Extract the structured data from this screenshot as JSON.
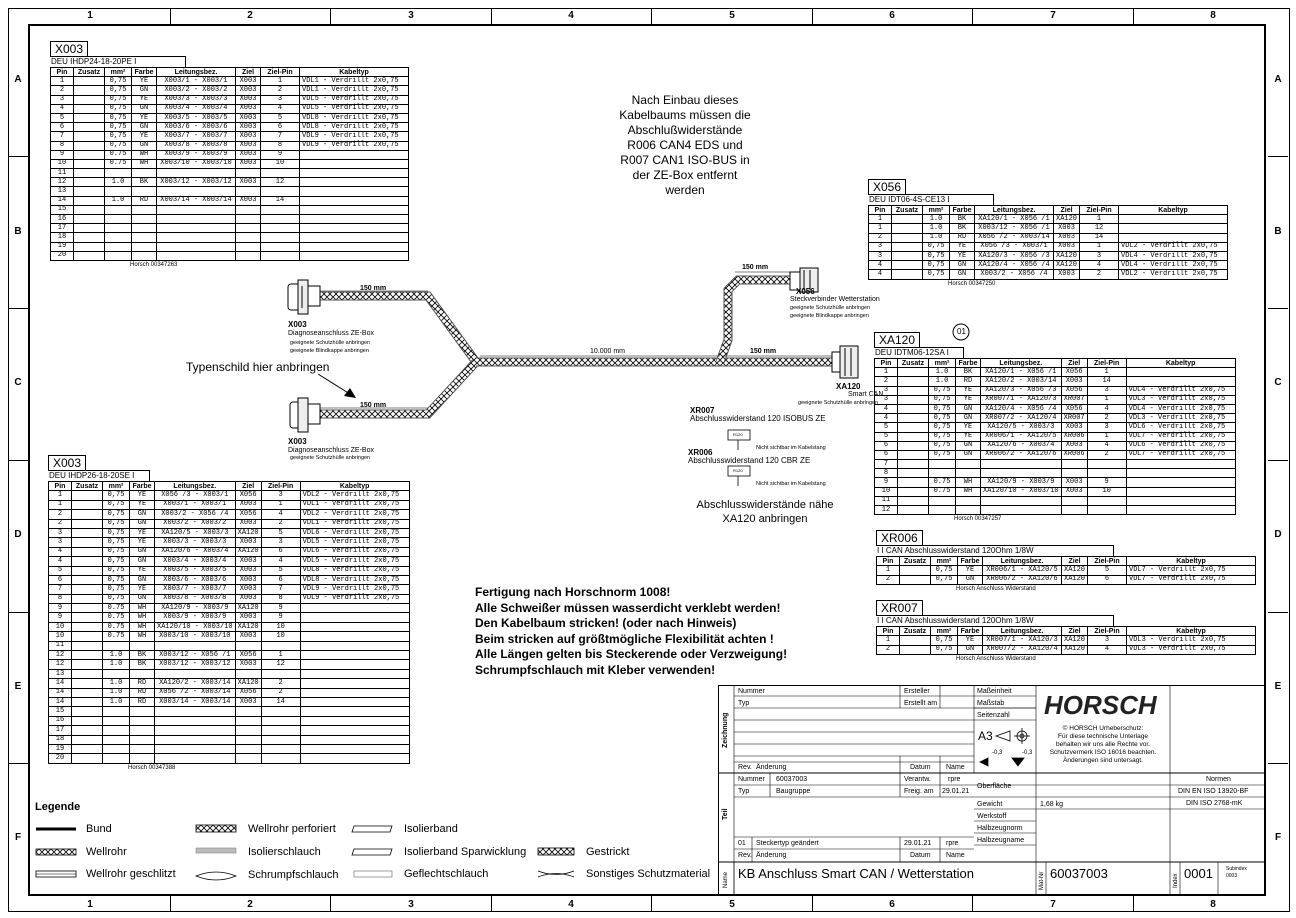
{
  "grid": {
    "columns": [
      "1",
      "2",
      "3",
      "4",
      "5",
      "6",
      "7",
      "8"
    ],
    "rows": [
      "A",
      "B",
      "C",
      "D",
      "E",
      "F"
    ]
  },
  "connectors": {
    "x003_top": {
      "title": "X003",
      "subtitle": "DEU IHDP24-18-20PE I",
      "headers": [
        "Pin",
        "Zusatz",
        "mm²",
        "Farbe",
        "Leitungsbez.",
        "Ziel",
        "Ziel-Pin",
        "Kabeltyp"
      ],
      "rows": [
        [
          "1",
          "",
          "0,75",
          "YE",
          "X003/1 - X003/1",
          "X003",
          "1",
          "VDL1 - Verdrillt 2x0,75"
        ],
        [
          "2",
          "",
          "0,75",
          "GN",
          "X003/2 - X003/2",
          "X003",
          "2",
          "VDL1 - Verdrillt 2x0,75"
        ],
        [
          "3",
          "",
          "0,75",
          "YE",
          "X003/3 - X003/3",
          "X003",
          "3",
          "VDL5 - Verdrillt 2x0,75"
        ],
        [
          "4",
          "",
          "0,75",
          "GN",
          "X003/4 - X003/4",
          "X003",
          "4",
          "VDL5 - Verdrillt 2x0,75"
        ],
        [
          "5",
          "",
          "0,75",
          "YE",
          "X003/5 - X003/5",
          "X003",
          "5",
          "VDL8 - Verdrillt 2x0,75"
        ],
        [
          "6",
          "",
          "0,75",
          "GN",
          "X003/6 - X003/6",
          "X003",
          "6",
          "VDL8 - Verdrillt 2x0,75"
        ],
        [
          "7",
          "",
          "0,75",
          "YE",
          "X003/7 - X003/7",
          "X003",
          "7",
          "VDL9 - Verdrillt 2x0,75"
        ],
        [
          "8",
          "",
          "0,75",
          "GN",
          "X003/8 - X003/8",
          "X003",
          "8",
          "VDL9 - Verdrillt 2x0,75"
        ],
        [
          "9",
          "",
          "0.75",
          "WH",
          "X003/9 - X003/9",
          "X003",
          "9",
          ""
        ],
        [
          "10",
          "",
          "0.75",
          "WH",
          "X003/10 - X003/10",
          "X003",
          "10",
          ""
        ],
        [
          "11",
          "",
          "",
          "",
          "",
          "",
          "",
          ""
        ],
        [
          "12",
          "",
          "1.0",
          "BK",
          "X003/12 - X003/12",
          "X003",
          "12",
          ""
        ],
        [
          "13",
          "",
          "",
          "",
          "",
          "",
          "",
          ""
        ],
        [
          "14",
          "",
          "1.0",
          "RD",
          "X003/14 - X003/14",
          "X003",
          "14",
          ""
        ],
        [
          "15",
          "",
          "",
          "",
          "",
          "",
          "",
          ""
        ],
        [
          "16",
          "",
          "",
          "",
          "",
          "",
          "",
          ""
        ],
        [
          "17",
          "",
          "",
          "",
          "",
          "",
          "",
          ""
        ],
        [
          "18",
          "",
          "",
          "",
          "",
          "",
          "",
          ""
        ],
        [
          "19",
          "",
          "",
          "",
          "",
          "",
          "",
          ""
        ],
        [
          "20",
          "",
          "",
          "",
          "",
          "",
          "",
          ""
        ]
      ],
      "footer": "Horsch 00347263"
    },
    "x056": {
      "title": "X056",
      "subtitle": "DEU IDT06-4S-CE13 I",
      "headers": [
        "Pin",
        "Zusatz",
        "mm²",
        "Farbe",
        "Leitungsbez.",
        "Ziel",
        "Ziel-Pin",
        "Kabeltyp"
      ],
      "rows": [
        [
          "1",
          "",
          "1.0",
          "BK",
          "XA120/1 - X056 /1",
          "XA120",
          "1",
          ""
        ],
        [
          "1",
          "",
          "1.0",
          "BK",
          "X003/12 - X056 /1",
          "X003",
          "12",
          ""
        ],
        [
          "2",
          "",
          "1.0",
          "RD",
          "X056 /2 - X003/14",
          "X003",
          "14",
          ""
        ],
        [
          "3",
          "",
          "0,75",
          "YE",
          "X056 /3 - X003/1",
          "X003",
          "1",
          "VDL2 - Verdrillt 2x0,75"
        ],
        [
          "3",
          "",
          "0,75",
          "YE",
          "XA120/3 - X056 /3",
          "XA120",
          "3",
          "VDL4 - Verdrillt 2x0,75"
        ],
        [
          "4",
          "",
          "0,75",
          "GN",
          "XA120/4 - X056 /4",
          "XA120",
          "4",
          "VDL4 - Verdrillt 2x0,75"
        ],
        [
          "4",
          "",
          "0,75",
          "GN",
          "X003/2 - X056 /4",
          "X003",
          "2",
          "VDL2 - Verdrillt 2x0,75"
        ]
      ],
      "footer": "Horsch 00347250"
    },
    "xa120": {
      "title": "XA120",
      "badge": "01",
      "subtitle": "DEU IDTM06-12SA I",
      "headers": [
        "Pin",
        "Zusatz",
        "mm²",
        "Farbe",
        "Leitungsbez.",
        "Ziel",
        "Ziel-Pin",
        "Kabeltyp"
      ],
      "rows": [
        [
          "1",
          "",
          "1.0",
          "BK",
          "XA120/1 - X056 /1",
          "X056",
          "1",
          ""
        ],
        [
          "2",
          "",
          "1.0",
          "RD",
          "XA120/2 - X003/14",
          "X003",
          "14",
          ""
        ],
        [
          "3",
          "",
          "0,75",
          "YE",
          "XA120/3 - X056 /3",
          "X056",
          "3",
          "VDL4 - Verdrillt 2x0,75"
        ],
        [
          "3",
          "",
          "0,75",
          "YE",
          "XR007/1 - XA120/3",
          "XR007",
          "1",
          "VDL3 - Verdrillt 2x0,75"
        ],
        [
          "4",
          "",
          "0,75",
          "GN",
          "XA120/4 - X056 /4",
          "X056",
          "4",
          "VDL4 - Verdrillt 2x0,75"
        ],
        [
          "4",
          "",
          "0,75",
          "GN",
          "XR007/2 - XA120/4",
          "XR007",
          "2",
          "VDL3 - Verdrillt 2x0,75"
        ],
        [
          "5",
          "",
          "0,75",
          "YE",
          "XA120/5 - X003/3",
          "X003",
          "3",
          "VDL6 - Verdrillt 2x0,75"
        ],
        [
          "5",
          "",
          "0,75",
          "YE",
          "XR006/1 - XA120/5",
          "XR006",
          "1",
          "VDL7 - Verdrillt 2x0,75"
        ],
        [
          "6",
          "",
          "0,75",
          "GN",
          "XA120/6 - X003/4",
          "X003",
          "4",
          "VDL6 - Verdrillt 2x0,75"
        ],
        [
          "6",
          "",
          "0,75",
          "GN",
          "XR006/2 - XA120/6",
          "XR006",
          "2",
          "VDL7 - Verdrillt 2x0,75"
        ],
        [
          "7",
          "",
          "",
          "",
          "",
          "",
          "",
          ""
        ],
        [
          "8",
          "",
          "",
          "",
          "",
          "",
          "",
          ""
        ],
        [
          "9",
          "",
          "0.75",
          "WH",
          "XA120/9 - X003/9",
          "X003",
          "9",
          ""
        ],
        [
          "10",
          "",
          "0.75",
          "WH",
          "XA120/10 - X003/10",
          "X003",
          "10",
          ""
        ],
        [
          "11",
          "",
          "",
          "",
          "",
          "",
          "",
          ""
        ],
        [
          "12",
          "",
          "",
          "",
          "",
          "",
          "",
          ""
        ]
      ],
      "footer": "Horsch 00347257"
    },
    "x003_bottom": {
      "title": "X003",
      "subtitle": "DEU IHDP26-18-20SE I",
      "headers": [
        "Pin",
        "Zusatz",
        "mm²",
        "Farbe",
        "Leitungsbez.",
        "Ziel",
        "Ziel-Pin",
        "Kabeltyp"
      ],
      "rows": [
        [
          "1",
          "",
          "0,75",
          "YE",
          "X056 /3 - X003/1",
          "X056",
          "3",
          "VDL2 - Verdrillt 2x0,75"
        ],
        [
          "1",
          "",
          "0,75",
          "YE",
          "X003/1 - X003/1",
          "X003",
          "1",
          "VDL1 - Verdrillt 2x0,75"
        ],
        [
          "2",
          "",
          "0,75",
          "GN",
          "X003/2 - X056 /4",
          "X056",
          "4",
          "VDL2 - Verdrillt 2x0,75"
        ],
        [
          "2",
          "",
          "0,75",
          "GN",
          "X003/2 - X003/2",
          "X003",
          "2",
          "VDL1 - Verdrillt 2x0,75"
        ],
        [
          "3",
          "",
          "0,75",
          "YE",
          "XA120/5 - X003/3",
          "XA120",
          "5",
          "VDL6 - Verdrillt 2x0,75"
        ],
        [
          "3",
          "",
          "0,75",
          "YE",
          "X003/3 - X003/3",
          "X003",
          "3",
          "VDL5 - Verdrillt 2x0,75"
        ],
        [
          "4",
          "",
          "0,75",
          "GN",
          "XA120/6 - X003/4",
          "XA120",
          "6",
          "VDL6 - Verdrillt 2x0,75"
        ],
        [
          "4",
          "",
          "0,75",
          "GN",
          "X003/4 - X003/4",
          "X003",
          "4",
          "VDL5 - Verdrillt 2x0,75"
        ],
        [
          "5",
          "",
          "0,75",
          "YE",
          "X003/5 - X003/5",
          "X003",
          "5",
          "VDL8 - Verdrillt 2x0,75"
        ],
        [
          "6",
          "",
          "0,75",
          "GN",
          "X003/6 - X003/6",
          "X003",
          "6",
          "VDL8 - Verdrillt 2x0,75"
        ],
        [
          "7",
          "",
          "0,75",
          "YE",
          "X003/7 - X003/7",
          "X003",
          "7",
          "VDL9 - Verdrillt 2x0,75"
        ],
        [
          "8",
          "",
          "0,75",
          "GN",
          "X003/8 - X003/8",
          "X003",
          "8",
          "VDL9 - Verdrillt 2x0,75"
        ],
        [
          "9",
          "",
          "0.75",
          "WH",
          "XA120/9 - X003/9",
          "XA120",
          "9",
          ""
        ],
        [
          "9",
          "",
          "0.75",
          "WH",
          "X003/9 - X003/9",
          "X003",
          "9",
          ""
        ],
        [
          "10",
          "",
          "0.75",
          "WH",
          "XA120/10 - X003/10",
          "XA120",
          "10",
          ""
        ],
        [
          "10",
          "",
          "0.75",
          "WH",
          "X003/10 - X003/10",
          "X003",
          "10",
          ""
        ],
        [
          "11",
          "",
          "",
          "",
          "",
          "",
          "",
          ""
        ],
        [
          "12",
          "",
          "1.0",
          "BK",
          "X003/12 - X056 /1",
          "X056",
          "1",
          ""
        ],
        [
          "12",
          "",
          "1.0",
          "BK",
          "X003/12 - X003/12",
          "X003",
          "12",
          ""
        ],
        [
          "13",
          "",
          "",
          "",
          "",
          "",
          "",
          ""
        ],
        [
          "14",
          "",
          "1.0",
          "RD",
          "XA120/2 - X003/14",
          "XA120",
          "2",
          ""
        ],
        [
          "14",
          "",
          "1.0",
          "RD",
          "X056 /2 - X003/14",
          "X056",
          "2",
          ""
        ],
        [
          "14",
          "",
          "1.0",
          "RD",
          "X003/14 - X003/14",
          "X003",
          "14",
          ""
        ],
        [
          "15",
          "",
          "",
          "",
          "",
          "",
          "",
          ""
        ],
        [
          "16",
          "",
          "",
          "",
          "",
          "",
          "",
          ""
        ],
        [
          "17",
          "",
          "",
          "",
          "",
          "",
          "",
          ""
        ],
        [
          "18",
          "",
          "",
          "",
          "",
          "",
          "",
          ""
        ],
        [
          "19",
          "",
          "",
          "",
          "",
          "",
          "",
          ""
        ],
        [
          "20",
          "",
          "",
          "",
          "",
          "",
          "",
          ""
        ]
      ],
      "footer": "Horsch 00347388"
    },
    "xr006": {
      "title": "XR006",
      "subtitle": "I I CAN Abschlusswiderstand 120Ohm 1/8W",
      "headers": [
        "Pin",
        "Zusatz",
        "mm²",
        "Farbe",
        "Leitungsbez.",
        "Ziel",
        "Ziel-Pin",
        "Kabeltyp"
      ],
      "rows": [
        [
          "1",
          "",
          "0,75",
          "YE",
          "XR006/1 - XA120/5",
          "XA120",
          "5",
          "VDL7 - Verdrillt 2x0,75"
        ],
        [
          "2",
          "",
          "0,75",
          "GN",
          "XR006/2 - XA120/6",
          "XA120",
          "6",
          "VDL7 - Verdrillt 2x0,75"
        ]
      ],
      "footer": "Horsch Anschluss Widerstand"
    },
    "xr007": {
      "title": "XR007",
      "subtitle": "I I CAN Abschlusswiderstand 120Ohm 1/8W",
      "headers": [
        "Pin",
        "Zusatz",
        "mm²",
        "Farbe",
        "Leitungsbez.",
        "Ziel",
        "Ziel-Pin",
        "Kabeltyp"
      ],
      "rows": [
        [
          "1",
          "",
          "0,75",
          "YE",
          "XR007/1 - XA120/3",
          "XA120",
          "3",
          "VDL3 - Verdrillt 2x0,75"
        ],
        [
          "2",
          "",
          "0,75",
          "GN",
          "XR007/2 - XA120/4",
          "XA120",
          "4",
          "VDL3 - Verdrillt 2x0,75"
        ]
      ],
      "footer": "Horsch Anschluss Widerstand"
    }
  },
  "diagram": {
    "install_note": [
      "Nach Einbau dieses",
      "Kabelbaums müssen die",
      "Abschlußwiderstände",
      "R006 CAN4 EDS und",
      "R007 CAN1 ISO-BUS in",
      "der ZE-Box entfernt",
      "werden"
    ],
    "typenschild": "Typenschild hier  anbringen",
    "len_150_a": "150 mm",
    "len_150_b": "150 mm",
    "len_150_c": "150 mm",
    "len_150_d": "150 mm",
    "len_10000": "10.000 mm",
    "x003a_name": "X003",
    "x003a_desc": "Diagnoseanschluss ZE-Box",
    "x003a_n1": "geeignete Schutzhülle anbringen",
    "x003a_n2": "geeignete Blindkappe anbringen",
    "x003b_name": "X003",
    "x003b_desc": "Diagnoseanschluss ZE-Box",
    "x003b_n1": "geeignete Schutzhülle anbringen",
    "x056_name": "X056",
    "x056_desc": "Steckverbinder Wetterstation",
    "x056_n1": "geeignete Schutzhülle anbringen",
    "x056_n2": "geeignete Blindkappe anbringen",
    "xa120_name": "XA120",
    "xa120_desc": "Smart CAN",
    "xa120_n1": "geeignete Schutzhülle anbringen",
    "xr007_name": "XR007",
    "xr007_desc": "Abschlusswiderstand 120 ISOBUS ZE",
    "xr006_name": "XR006",
    "xr006_desc": "Abschlusswiderstand 120 CBR ZE",
    "resistor_label": "R120",
    "not_visible_1": "Nicht sichtbar im Kabelstang",
    "not_visible_2": "Nicht sichtbar im Kabelstang",
    "resistor_note": [
      "Abschlusswiderstände nähe",
      "XA120 anbringen"
    ]
  },
  "rules": [
    "Fertigung nach Horschnorm 1008!",
    "Alle Schweißer müssen wasserdicht verklebt werden!",
    "Den Kabelbaum stricken! (oder nach Hinweis)",
    "Beim stricken auf größtmögliche Flexibilität achten !",
    "Alle Längen gelten bis Steckerende oder Verzweigung!",
    "Schrumpfschlauch mit Kleber verwenden!"
  ],
  "legend": {
    "title": "Legende",
    "items": [
      "Bund",
      "Wellrohr perforiert",
      "Isolierband",
      "Wellrohr",
      "Isolierschlauch",
      "Isolierband Sparwicklung",
      "Gestrickt",
      "Wellrohr geschlitzt",
      "Schrumpfschlauch",
      "Geflechtschlauch",
      "Sonstiges Schutzmaterial"
    ]
  },
  "title_block": {
    "nummer": "Nummer",
    "typ": "Typ",
    "ersteller": "Ersteller",
    "erstellt_am": "Erstellt am",
    "masseinheit": "Maßeinheit",
    "massstab": "Maßstab",
    "seitenzahl": "Seitenzahl",
    "zeichnung": "Zeichnung",
    "rev": "Rev.",
    "aenderung": "Änderung",
    "datum": "Datum",
    "name": "Name",
    "format": "A3",
    "tol_a": "-0,3",
    "tol_b": "-0,3",
    "logo": "HORSCH",
    "copyright": [
      "© HORSCH Urheberschutz:",
      "Für diese technische Unterlage",
      "behalten wir uns alle Rechte vor.",
      "Schutzvermerk ISO 16016 beachten.",
      "Änderungen sind untersagt."
    ],
    "teil": "Teil",
    "nummer_val": "60037003",
    "typ_val": "Baugruppe",
    "verantw": "Verantw.",
    "verantw_val": "rpre",
    "freig_am": "Freig. am",
    "freig_val": "29.01.21",
    "freig_name": "rpre",
    "oberflaeche": "Oberfläche",
    "gewicht": "Gewicht",
    "gewicht_val": "1,68 kg",
    "werkstoff": "Werkstoff",
    "halbzeugnorm": "Halbzeugnorm",
    "halbzeugname": "Halbzeugname",
    "normen": "Normen",
    "norm1": "DIN EN ISO 13920-BF",
    "norm2": "DIN ISO 2768-mK",
    "rev01": "01",
    "rev01_text": "Steckertyp geändert",
    "rev01_date": "29.01.21",
    "rev01_name": "rpre",
    "name_label": "Name",
    "name_val": "KB Anschluss Smart CAN / Wetterstation",
    "matnr_label": "Mat-Nr",
    "matnr_val": "60037003",
    "index_label": "Index",
    "index_val": "0001",
    "subindex_label": "Subindex",
    "subindex_val": "0003"
  }
}
